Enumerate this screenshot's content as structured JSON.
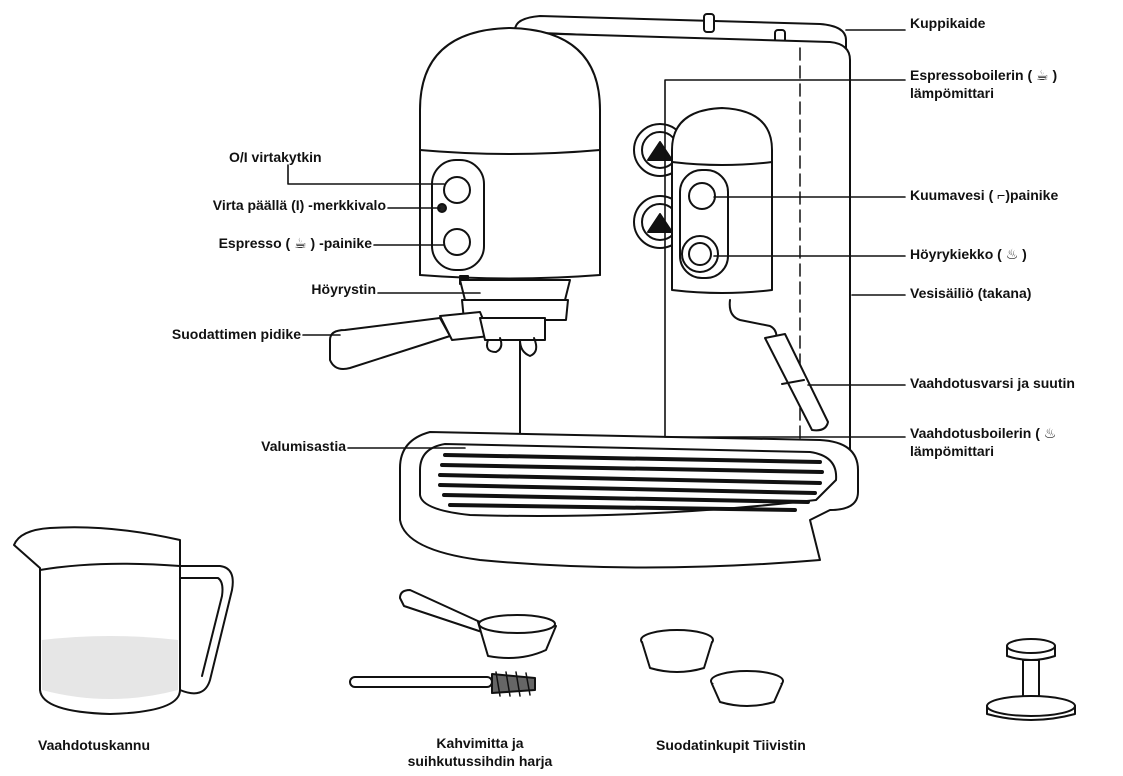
{
  "labels": {
    "kuppikaide": "Kuppikaide",
    "espressoboiler_line1_pre": "Espressoboilerin (",
    "espressoboiler_line1_post": ")",
    "espressoboiler_line2": "lämpömittari",
    "virtakytkin": "O/I virtakytkin",
    "merkkivalo": "Virta päällä (I) -merkkivalo",
    "espresso_pre": "Espresso (",
    "espresso_post": ") -painike",
    "kuumavesi_pre": "Kuumavesi (",
    "kuumavesi_post": ")painike",
    "hoyrykiekko_pre": "Höyrykiekko (",
    "hoyrykiekko_post": ")",
    "hoyrystin": "Höyrystin",
    "vesisailio": "Vesisäiliö (takana)",
    "suodattimen_pidike": "Suodattimen pidike",
    "vaahdotusvarsi": "Vaahdotusvarsi ja suutin",
    "vaahdotusboiler_line1_pre": "Vaahdotusboilerin (",
    "vaahdotusboiler_line2": "lämpömittari",
    "valumisastia": "Valumisastia",
    "vaahdotuskannu": "Vaahdotuskannu",
    "kahvimitta_line1": "Kahvimitta ja",
    "kahvimitta_line2": "suihkutussihdin harja",
    "suodatinkupit": "Suodatinkupit Tiivistin"
  },
  "icons": {
    "cup": "cup-icon",
    "hot_water": "hot-water-icon",
    "steam": "steam-icon"
  },
  "colors": {
    "line": "#111111",
    "fill": "#ffffff",
    "shade": "#e6e6e6"
  }
}
